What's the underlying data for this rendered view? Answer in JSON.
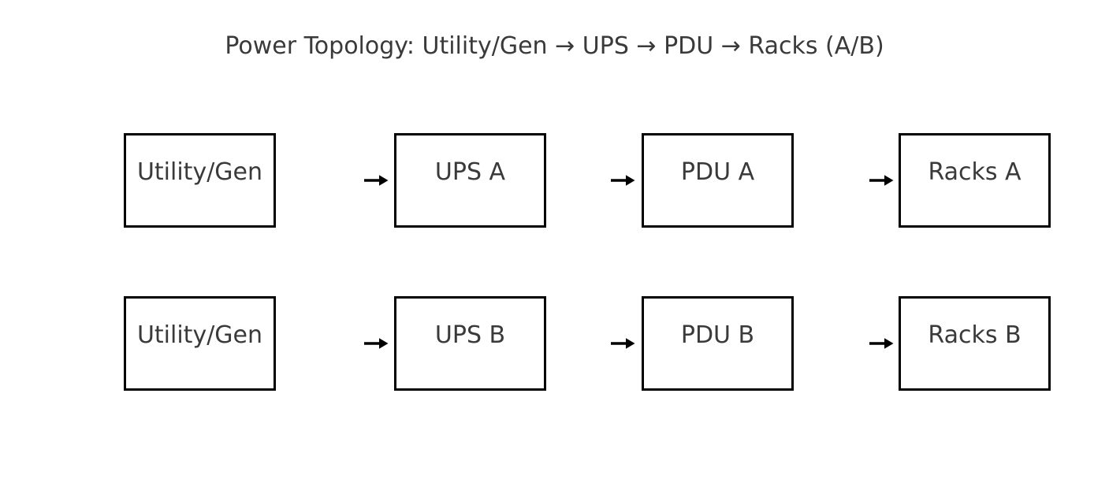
{
  "title": "Power Topology: Utility/Gen → UPS → PDU → Racks (A/B)",
  "colors": {
    "background": "#ffffff",
    "node_fill": "#ffffff",
    "node_border": "#000000",
    "text": "#3a3a3a",
    "arrow": "#000000"
  },
  "diagram": {
    "arrow_glyph": "→",
    "rows": [
      {
        "id": "feed-a",
        "nodes": [
          {
            "label": "Utility/Gen"
          },
          {
            "label": "UPS A"
          },
          {
            "label": "PDU A"
          },
          {
            "label": "Racks A"
          }
        ]
      },
      {
        "id": "feed-b",
        "nodes": [
          {
            "label": "Utility/Gen"
          },
          {
            "label": "UPS B"
          },
          {
            "label": "PDU B"
          },
          {
            "label": "Racks B"
          }
        ]
      }
    ]
  }
}
